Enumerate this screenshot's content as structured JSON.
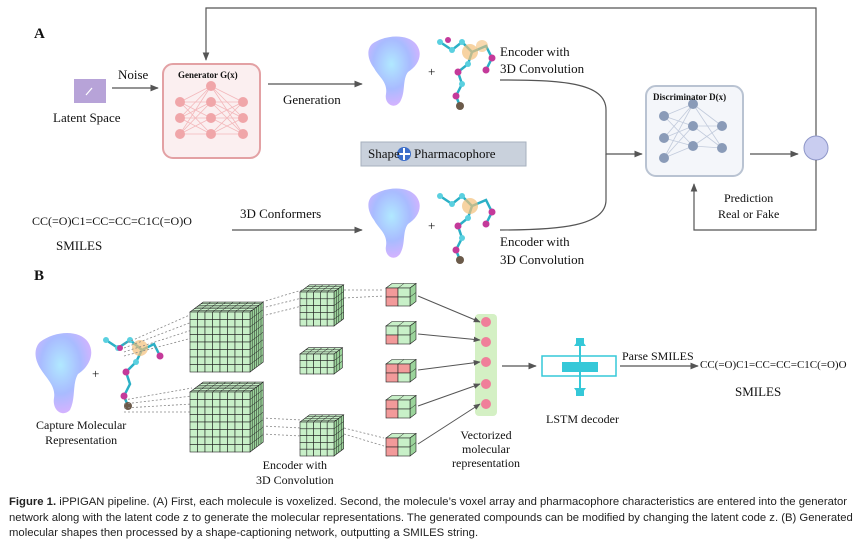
{
  "panel_a": {
    "label": "A",
    "latent_space": "Latent Space",
    "noise": "Noise",
    "generator_title": "Generator G(x)",
    "generation": "Generation",
    "encoder_top": [
      "Encoder with",
      "3D Convolution"
    ],
    "shape_pharmacophore": "Shape",
    "shape_pharmacophore_right": "Pharmacophore",
    "discriminator_title": "Discriminator D(x)",
    "prediction": [
      "Prediction",
      "Real or Fake"
    ],
    "smiles_string": "CC(=O)C1=CC=CC=C1C(=O)O",
    "smiles_label": "SMILES",
    "conformers": "3D Conformers",
    "encoder_bottom": [
      "Encoder with",
      "3D Convolution"
    ],
    "plus": "+"
  },
  "panel_b": {
    "label": "B",
    "capture": [
      "Capture Molecular",
      "Representation"
    ],
    "encoder": [
      "Encoder with",
      "3D Convolution"
    ],
    "vectorized": [
      "Vectorized",
      "molecular",
      "representation"
    ],
    "lstm": "LSTM decoder",
    "parse": "Parse SMILES",
    "smiles_string": "CC(=O)C1=CC=CC=C1C(=O)O",
    "smiles_label": "SMILES",
    "plus": "+"
  },
  "caption": {
    "fig": "Figure 1.",
    "text": " iPPIGAN pipeline. (A) First, each molecule is voxelized. Second, the molecule’s voxel array and pharmacophore characteristics are entered into the generator network along with the latent code z to generate the molecular representations. The generated compounds can be modified by changing the latent code z. (B) Generated molecular shapes then processed by a shape-captioning network, outputting a SMILES string."
  },
  "colors": {
    "generator_border": "#e3a1a4",
    "generator_fill": "#fbeff0",
    "discriminator_border": "#b9c3d2",
    "discriminator_fill": "#f4f6fa",
    "latent_box": "#b7a3d8",
    "sum_node": "#c9cdf0",
    "cube_fill": "#c8f0c8",
    "cube_red": "#f29a9a",
    "vector_band": "#d4f0c4",
    "vector_dot": "#f07f9a",
    "lstm_cell": "#35c8d8",
    "molecule_atom": "#5ad0e0",
    "molecule_pink": "#c43a9a"
  }
}
